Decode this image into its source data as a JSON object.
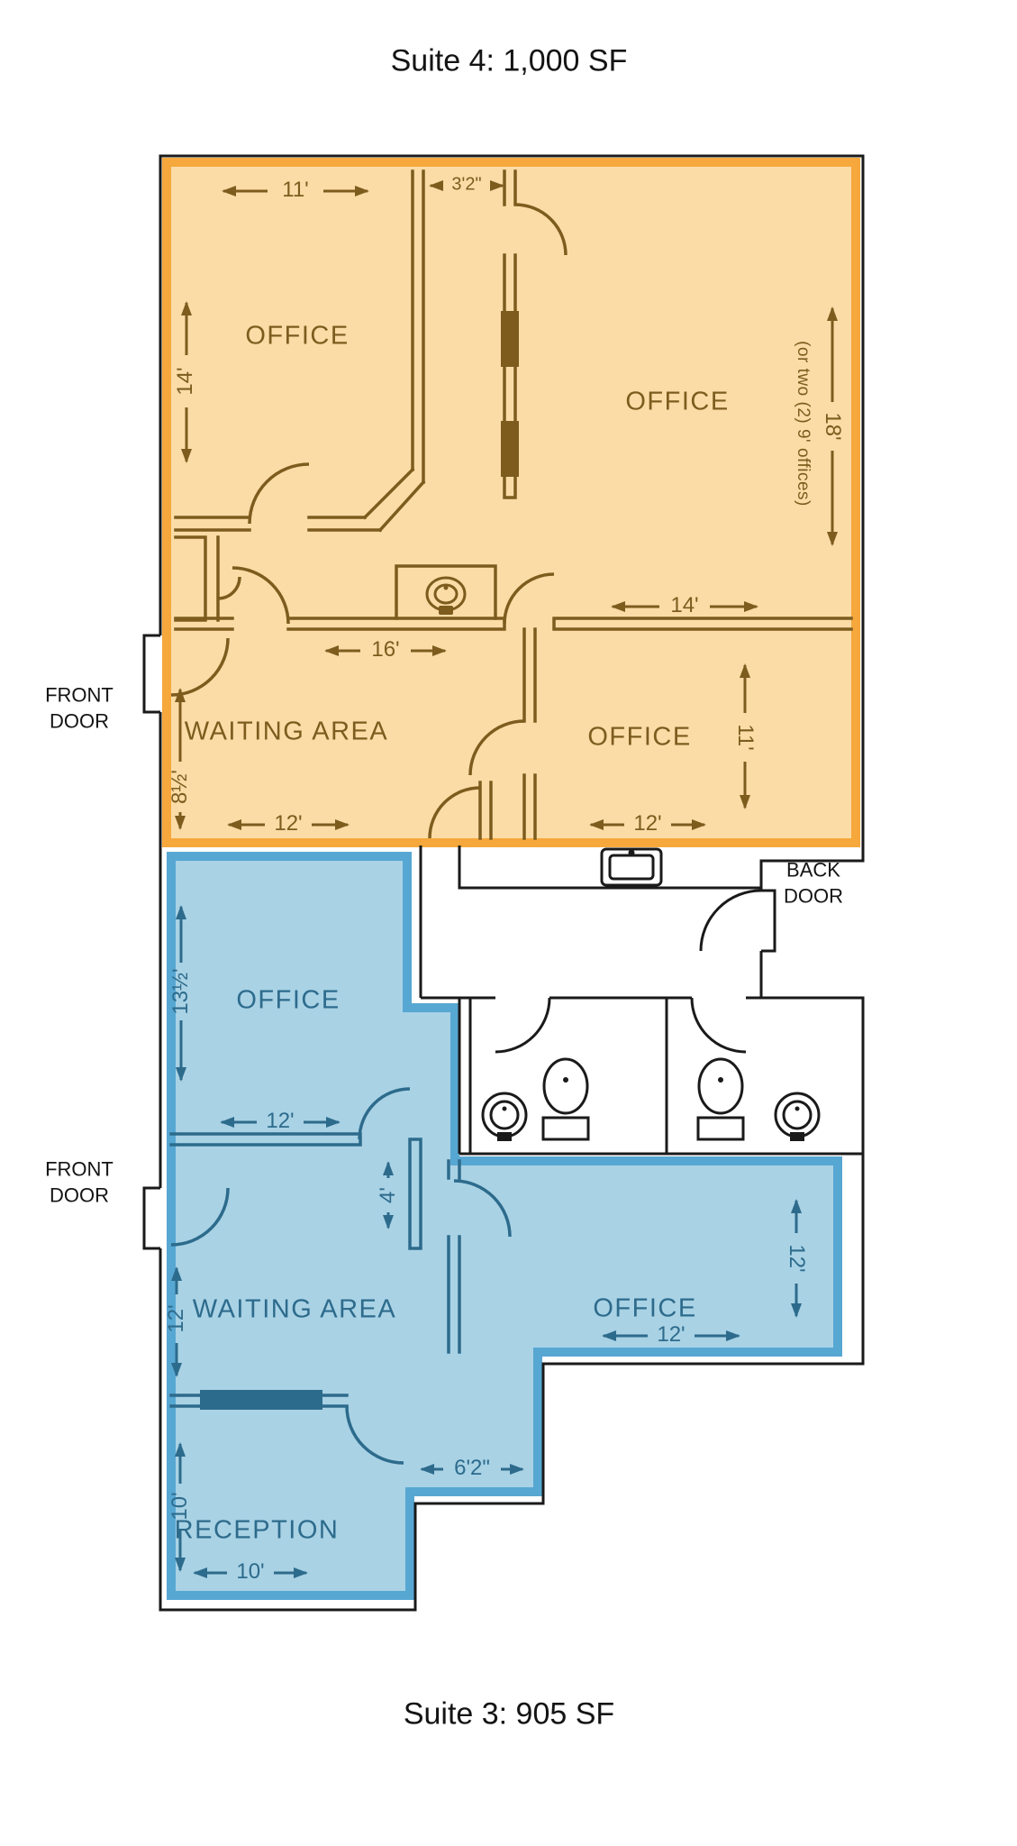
{
  "titles": {
    "suite4": "Suite 4: 1,000 SF",
    "suite3": "Suite 3: 905 SF"
  },
  "labels": {
    "front_door": "FRONT DOOR",
    "back_door": "BACK DOOR"
  },
  "suite4": {
    "accent_color": "#F6A83C",
    "fill_color": "#FBDCA6",
    "line_color": "#7D5C1E",
    "rooms": {
      "office_top_left": "OFFICE",
      "office_top_right": "OFFICE",
      "waiting_area": "WAITING AREA",
      "office_bottom_right": "OFFICE"
    },
    "dims": {
      "office_tl_width": "11'",
      "hall_width": "3'2\"",
      "office_tl_height": "14'",
      "office_tr_height": "18'",
      "office_tr_note": "(or two (2) 9' offices)",
      "waiting_width": "16'",
      "office_br_top": "14'",
      "entry_wall": "8½'",
      "waiting_bottom": "12'",
      "office_br_height": "11'",
      "office_br_width": "12'"
    }
  },
  "suite3": {
    "accent_color": "#57A7D3",
    "fill_color": "#A9D2E5",
    "line_color": "#2D6B8C",
    "rooms": {
      "office_top_left": "OFFICE",
      "waiting_area": "WAITING AREA",
      "office_right": "OFFICE",
      "reception": "RECEPTION"
    },
    "dims": {
      "office_tl_height": "13½'",
      "office_tl_width": "12'",
      "hall_wall": "4'",
      "waiting_height": "12'",
      "office_right_height": "12'",
      "office_right_width": "12'",
      "passage_width": "6'2\"",
      "reception_height": "10'",
      "reception_width": "10'"
    }
  }
}
